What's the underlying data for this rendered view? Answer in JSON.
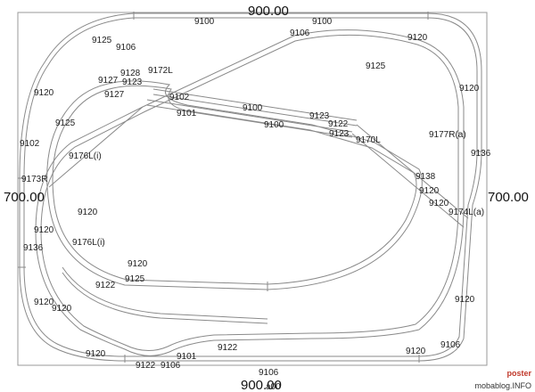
{
  "dimensions": {
    "top_width": "900.00",
    "bottom_width": "900.00",
    "left_height": "700.00",
    "right_height": "700.00",
    "bottom_extra": "a00"
  },
  "track_labels": [
    "9100",
    "9100",
    "9125",
    "9106",
    "9106",
    "9120",
    "9125",
    "9128",
    "9172L",
    "9127",
    "9123",
    "9120",
    "9127",
    "9120",
    "9102",
    "9101",
    "9100",
    "9100",
    "9123",
    "9122",
    "9123",
    "9170L",
    "9125",
    "9177R(a)",
    "9102",
    "9136",
    "9176L(i)",
    "9173R",
    "9138",
    "9120",
    "9120",
    "9174L(a)",
    "9120",
    "9120",
    "9136",
    "9176L(i)",
    "9120",
    "9125",
    "9122",
    "9120",
    "9120",
    "9120",
    "9122",
    "9106",
    "9120",
    "9101",
    "9120",
    "9122",
    "9106",
    "9106"
  ],
  "watermark": {
    "top": "poster",
    "bottom": "mobablog.INFO"
  }
}
